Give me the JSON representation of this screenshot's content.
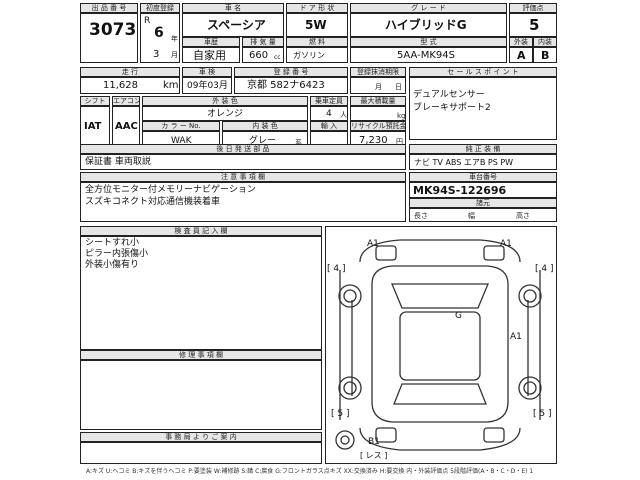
{
  "headers": {
    "lot_no": "出 品 番 号",
    "first_reg": "初度登録",
    "car_name": "車 名",
    "door": "ド ア 形 状",
    "grade": "グ レ ー ド",
    "score": "評価点",
    "model_year": "車歴",
    "displacement": "排 気 量",
    "fuel": "燃 料",
    "model_code": "型 式",
    "ext": "外装",
    "int": "内装",
    "mileage": "走 行",
    "inspection": "車 検",
    "plate": "登 録 番 号",
    "plate_end": "登録抹消期限",
    "sales_point": "セ ー ル ス ポ イ ン ト",
    "shift": "シフト",
    "aircon": "エアコン",
    "ext_color": "外 装 色",
    "capacity": "乗車定員",
    "max_load": "最大積載量",
    "color_no": "カ ラ ー No.",
    "int_color": "内 装 色",
    "import": "輸 入",
    "recycle": "リサイクル預託金",
    "docs": "後 日 発 送 部 品",
    "equipment": "純 正 装 備",
    "notes": "注 意 事 項 欄",
    "chassis": "車台番号",
    "inspector": "検 査 員 記 入 欄",
    "repair": "修 理 事 項 欄",
    "office": "事 務 局 よ り ご 案 内"
  },
  "values": {
    "lot_no": "3073",
    "era": "R",
    "year": "6",
    "year_unit": "年",
    "month": "3",
    "month_unit": "月",
    "car_name": "スペーシア",
    "door": "5W",
    "grade": "ハイブリッドG",
    "score": "5",
    "usage": "自家用",
    "displacement": "660",
    "displacement_unit": "cc",
    "fuel": "ガソリン",
    "model_code": "5AA-MK94S",
    "ext_grade": "A",
    "int_grade": "B",
    "mileage": "11,628",
    "mileage_unit": "km",
    "inspection": "09年03月",
    "plate": "京都 582ナ6423",
    "plate_month": "月",
    "plate_day": "日",
    "shift": "IAT",
    "aircon": "AAC",
    "ext_color": "オレンジ",
    "capacity": "4",
    "capacity_unit": "人",
    "load_unit": "kg",
    "color_no": "WAK",
    "int_color": "グレー",
    "int_unit": "系",
    "recycle": "7,230",
    "recycle_unit": "円",
    "docs": "保証書 車両取説",
    "equipment": "ナビ TV ABS エアB PS PW",
    "chassis": "MK94S-122696",
    "chassis_label": "諸元",
    "length_label": "長さ",
    "width_label": "幅",
    "height_label": "高さ"
  },
  "sales_points": [
    "デュアルセンサー",
    "ブレーキサポート2"
  ],
  "notes": [
    "全方位モニター付メモリーナビゲーション",
    "スズキコネクト対応通信機装着車"
  ],
  "inspector_notes": [
    "シートすれ小",
    "ピラー内張傷小",
    "外装小傷有り"
  ],
  "damage_marks": {
    "front_left": "A1",
    "front_right": "A1",
    "left_front_wheel": "[ 4 ]",
    "right_front_wheel": "[ 4 ]",
    "roof": "G",
    "right_rear_door": "A1",
    "left_rear_wheel": "[ 5 ]",
    "right_rear_wheel": "[ 5 ]",
    "rear_bumper": "B1",
    "spare": "[ レス ]"
  },
  "footer": "A:キズ U:ヘコミ B:キズを伴うヘコミ P:要塗装 W:補修跡 S:錆 C:腐食 G:フロントガラス点キズ XX:交換済み H:要交換 内・外装評価点 5段階評価(A・B・C・D・E) 1"
}
